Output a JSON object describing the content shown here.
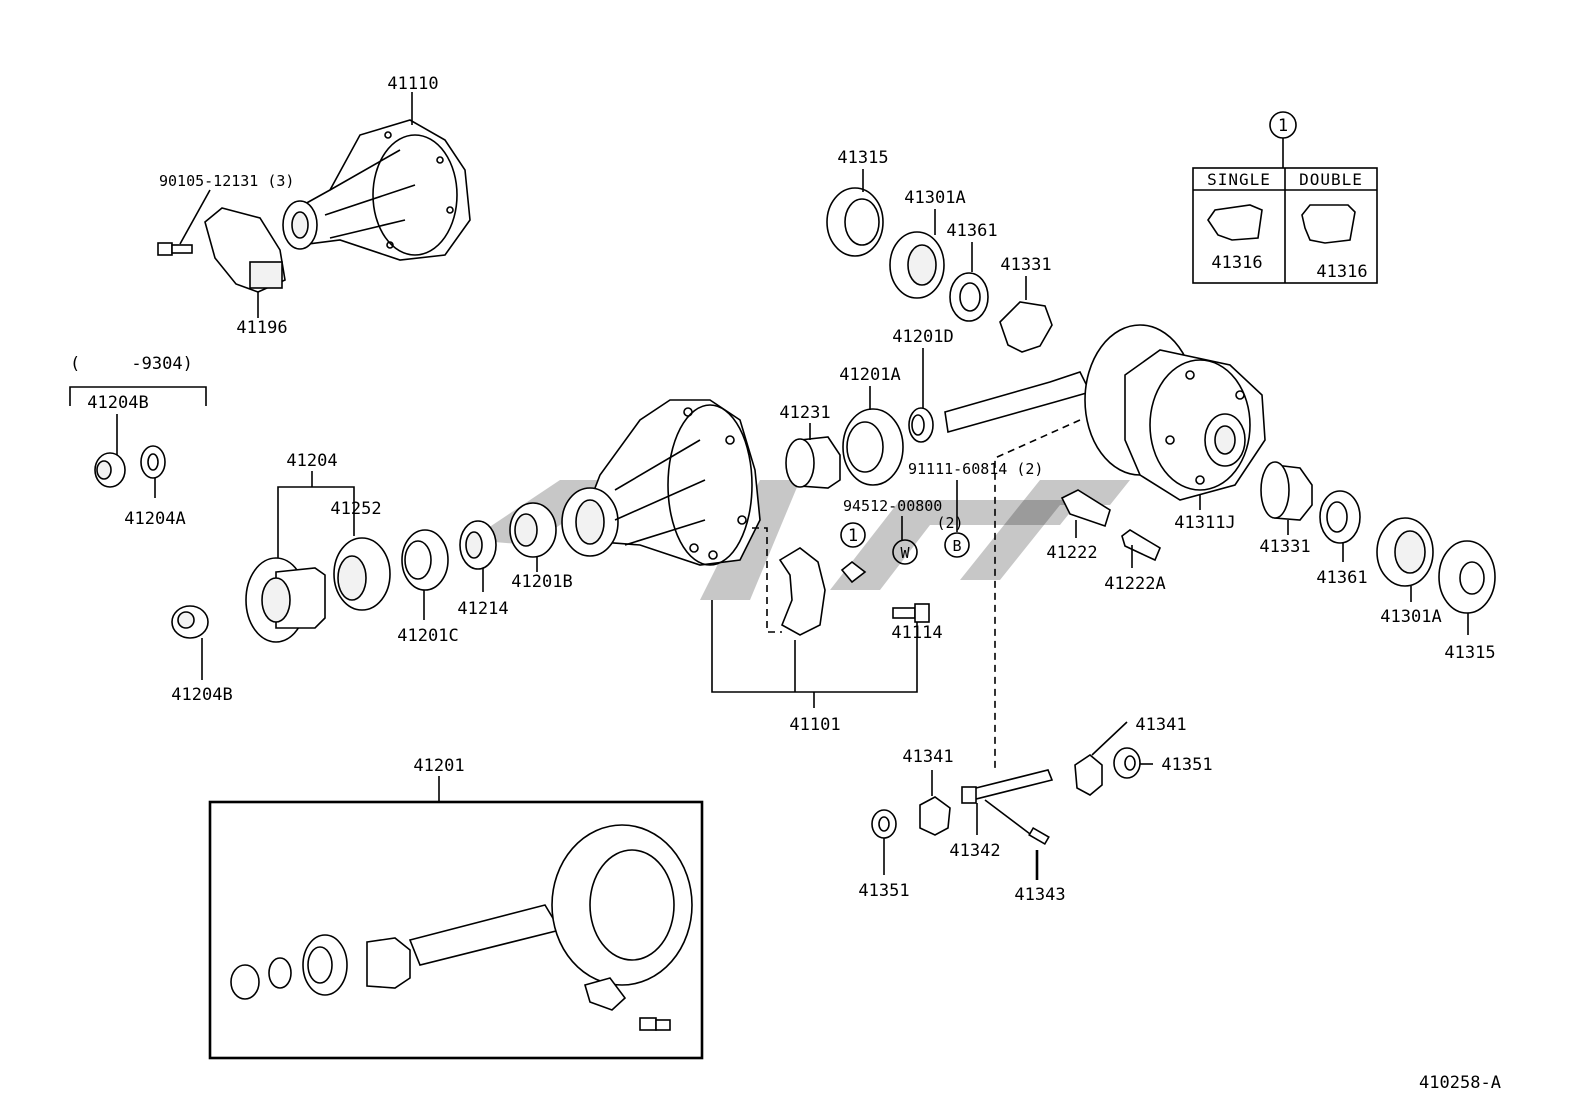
{
  "diagram_code": "410258-A",
  "legend": {
    "marker": "1",
    "single_label": "SINGLE",
    "double_label": "DOUBLE",
    "single_part": "41316",
    "double_part": "41316"
  },
  "bracket_note": "(     -9304)",
  "labels": {
    "p41110": "41110",
    "p90105": "90105-12131 (3)",
    "p41196": "41196",
    "p41204B_top": "41204B",
    "p41204A": "41204A",
    "p41204B_bottom": "41204B",
    "p41204": "41204",
    "p41252": "41252",
    "p41201C": "41201C",
    "p41214": "41214",
    "p41201B": "41201B",
    "p41231": "41231",
    "p41201A": "41201A",
    "p41201D": "41201D",
    "p41315_top": "41315",
    "p41301A_top": "41301A",
    "p41361_top": "41361",
    "p41331_top": "41331",
    "p91111": "91111-60814 (2)",
    "p94512": "94512-00800",
    "p94512_qty": "(2)",
    "circle_1": "1",
    "circle_w": "W",
    "circle_b": "B",
    "p41222": "41222",
    "p41222A": "41222A",
    "p41311J": "41311J",
    "p41331_right": "41331",
    "p41361_right": "41361",
    "p41301A_right": "41301A",
    "p41315_right": "41315",
    "p41114": "41114",
    "p41101": "41101",
    "p41201": "41201",
    "p41341_left": "41341",
    "p41341_right": "41341",
    "p41351_right": "41351",
    "p41351_left": "41351",
    "p41342": "41342",
    "p41343": "41343"
  }
}
